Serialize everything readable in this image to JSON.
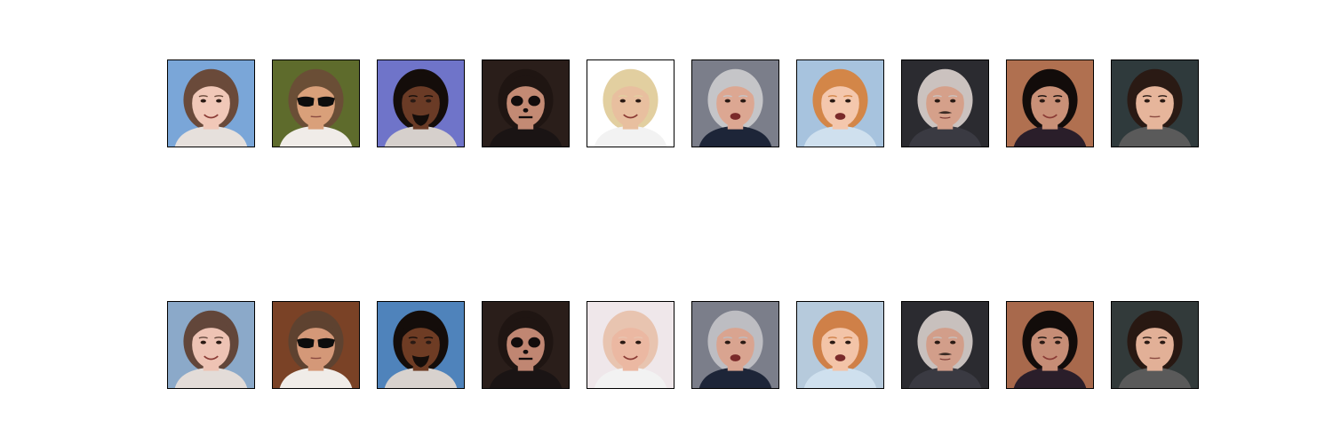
{
  "figure": {
    "rows": [
      {
        "role": "original",
        "tiles": [
          {
            "bg": "#7aa6d8",
            "skin": "#f1c8b8",
            "hair": "#6a4a3a",
            "cloth": "#e6e0dc",
            "eyes": "normal",
            "mouth": "smile"
          },
          {
            "bg": "#5e6b2c",
            "skin": "#d9a07a",
            "hair": "#6a4e36",
            "cloth": "#f0ece8",
            "eyes": "sunglasses",
            "mouth": "neutral"
          },
          {
            "bg": "#6f74c9",
            "skin": "#6a3b26",
            "hair": "#140d0a",
            "cloth": "#d6d0cc",
            "eyes": "normal",
            "mouth": "beard"
          },
          {
            "bg": "#2a1e1a",
            "skin": "#c38a74",
            "hair": "#1f1512",
            "cloth": "#1a1414",
            "eyes": "skull",
            "mouth": "dark"
          },
          {
            "bg": "#ffffff",
            "skin": "#e8bf9f",
            "hair": "#e2cfa0",
            "cloth": "#f2f2f2",
            "eyes": "normal",
            "mouth": "smile"
          },
          {
            "bg": "#7b7e8a",
            "skin": "#dca792",
            "hair": "#c5c5c8",
            "cloth": "#1d2538",
            "eyes": "normal",
            "mouth": "open"
          },
          {
            "bg": "#a7c3de",
            "skin": "#f4c7ad",
            "hair": "#d38648",
            "cloth": "#cfe0ee",
            "eyes": "normal",
            "mouth": "open"
          },
          {
            "bg": "#2b2b30",
            "skin": "#d5a08a",
            "hair": "#cbc2bf",
            "cloth": "#3a3a42",
            "eyes": "normal",
            "mouth": "moustache"
          },
          {
            "bg": "#b07050",
            "skin": "#c99077",
            "hair": "#120c0a",
            "cloth": "#2a1e2a",
            "eyes": "normal",
            "mouth": "smile"
          },
          {
            "bg": "#2f3a3c",
            "skin": "#e6b59b",
            "hair": "#2a1a14",
            "cloth": "#5a5a5a",
            "eyes": "normal",
            "mouth": "neutral"
          }
        ]
      },
      {
        "role": "reconstruction",
        "tiles": [
          {
            "bg": "#8ba9c9",
            "skin": "#eec3b4",
            "hair": "#62463a",
            "cloth": "#e3dcd8",
            "eyes": "normal",
            "mouth": "smile"
          },
          {
            "bg": "#7a4226",
            "skin": "#d49878",
            "hair": "#5e4230",
            "cloth": "#f0ece8",
            "eyes": "sunglasses",
            "mouth": "neutral"
          },
          {
            "bg": "#4f83bb",
            "skin": "#6e3c24",
            "hair": "#140d0a",
            "cloth": "#d8d2ce",
            "eyes": "normal",
            "mouth": "beard"
          },
          {
            "bg": "#2a1e1a",
            "skin": "#c08672",
            "hair": "#1f1512",
            "cloth": "#1a1414",
            "eyes": "skull",
            "mouth": "dark"
          },
          {
            "bg": "#efe7ea",
            "skin": "#ebb8a2",
            "hair": "#e8c4b0",
            "cloth": "#f2f2f2",
            "eyes": "normal",
            "mouth": "smile"
          },
          {
            "bg": "#7b7e8a",
            "skin": "#d9a490",
            "hair": "#bdbdc2",
            "cloth": "#1d2538",
            "eyes": "normal",
            "mouth": "open"
          },
          {
            "bg": "#b6cadc",
            "skin": "#f3c4a8",
            "hair": "#cf8048",
            "cloth": "#cfe0ee",
            "eyes": "normal",
            "mouth": "open"
          },
          {
            "bg": "#2b2b30",
            "skin": "#d29e8a",
            "hair": "#c8c0bd",
            "cloth": "#3a3a42",
            "eyes": "normal",
            "mouth": "moustache"
          },
          {
            "bg": "#a8694c",
            "skin": "#c68d76",
            "hair": "#120c0a",
            "cloth": "#2a1e2a",
            "eyes": "normal",
            "mouth": "smile"
          },
          {
            "bg": "#323a3a",
            "skin": "#e2b097",
            "hair": "#281812",
            "cloth": "#5a5a5a",
            "eyes": "normal",
            "mouth": "neutral"
          }
        ]
      }
    ]
  }
}
